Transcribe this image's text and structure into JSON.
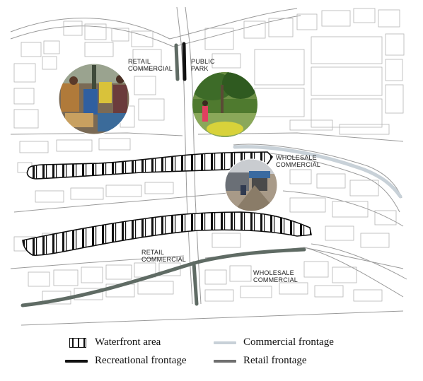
{
  "map": {
    "labels": {
      "retail_commercial_top": "RETAIL\nCOMMERCIAL",
      "public_park": "PUBLIC\nPARK",
      "wholesale_commercial_top": "WHOLESALE\nCOMMERCIAL",
      "retail_commercial_bottom": "RETAIL\nCOMMERCIAL",
      "wholesale_commercial_bottom": "WHOLESALE\nCOMMERCIAL"
    },
    "colors": {
      "background": "#ffffff",
      "road_line": "#9a9a9a",
      "building_line": "#b4b4b4",
      "river_fill": "#ffffff",
      "waterfront_stroke": "#111111",
      "commercial_frontage": "#c8d1d8",
      "recreational_frontage": "#111111",
      "retail_frontage": "#5f6b64"
    },
    "photos": [
      {
        "name": "retail-market-photo",
        "scene": "market"
      },
      {
        "name": "public-park-photo",
        "scene": "park"
      },
      {
        "name": "wholesale-street-photo",
        "scene": "street"
      }
    ]
  },
  "legend": {
    "waterfront": "Waterfront area",
    "recreational": "Recreational frontage",
    "commercial": "Commercial frontage",
    "retail": "Retail frontage"
  }
}
